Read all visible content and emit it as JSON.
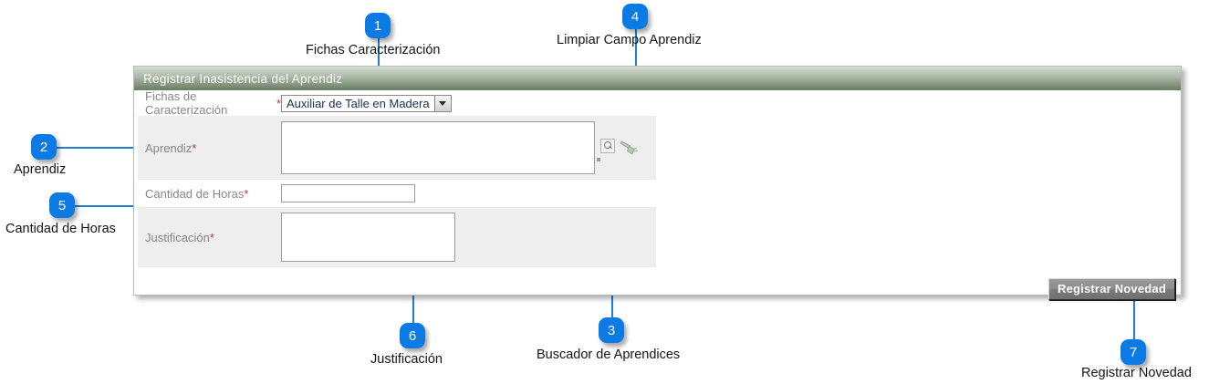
{
  "panel": {
    "title": "Registrar Inasistencia del Aprendiz",
    "fields": [
      {
        "label": "Fichas de Caracterización",
        "required": "*",
        "value": "Auxiliar de Talle en Madera"
      },
      {
        "label": "Aprendiz",
        "required": "*",
        "value": ""
      },
      {
        "label": "Cantidad de Horas",
        "required": "*",
        "value": ""
      },
      {
        "label": "Justificación",
        "required": "*",
        "value": ""
      }
    ],
    "select_value": "Auxiliar de Talle en Madera",
    "submit_label": "Registrar Novedad",
    "icons": {
      "search": "search-icon",
      "clear": "broom-clear-icon"
    }
  },
  "callouts": [
    {
      "number": "1",
      "label": "Fichas Caracterización"
    },
    {
      "number": "2",
      "label": "Aprendiz"
    },
    {
      "number": "3",
      "label": "Buscador de Aprendices"
    },
    {
      "number": "4",
      "label": "Limpiar Campo Aprendiz"
    },
    {
      "number": "5",
      "label": "Cantidad de Horas"
    },
    {
      "number": "6",
      "label": "Justificación"
    },
    {
      "number": "7",
      "label": "Registrar Novedad"
    }
  ],
  "colors": {
    "badge": "#0b7ae5",
    "connector": "#1f7fd4",
    "header_gradient_top": "#d3dad2",
    "header_gradient_bottom": "#6c7d67",
    "label_text": "#888888",
    "required_asterisk": "#b03a3a",
    "select_text": "#1b2d5c"
  }
}
